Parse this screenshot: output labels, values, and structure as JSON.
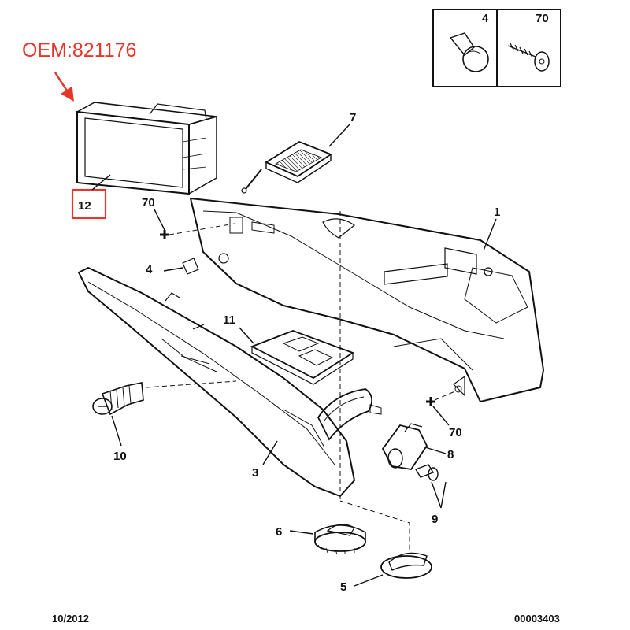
{
  "oem_label": "OEM:821176",
  "footer": {
    "date": "10/2012",
    "code": "00003403"
  },
  "legend": {
    "items": [
      "4",
      "70"
    ]
  },
  "callouts": {
    "p1": "1",
    "p3": "3",
    "p4": "4",
    "p5": "5",
    "p6": "6",
    "p7": "7",
    "p8": "8",
    "p9": "9",
    "p10": "10",
    "p11": "11",
    "p12": "12",
    "p70a": "70",
    "p70b": "70"
  },
  "colors": {
    "oem_red": "#e8352a",
    "line": "#111111",
    "highlight_box": "#e8352a"
  }
}
